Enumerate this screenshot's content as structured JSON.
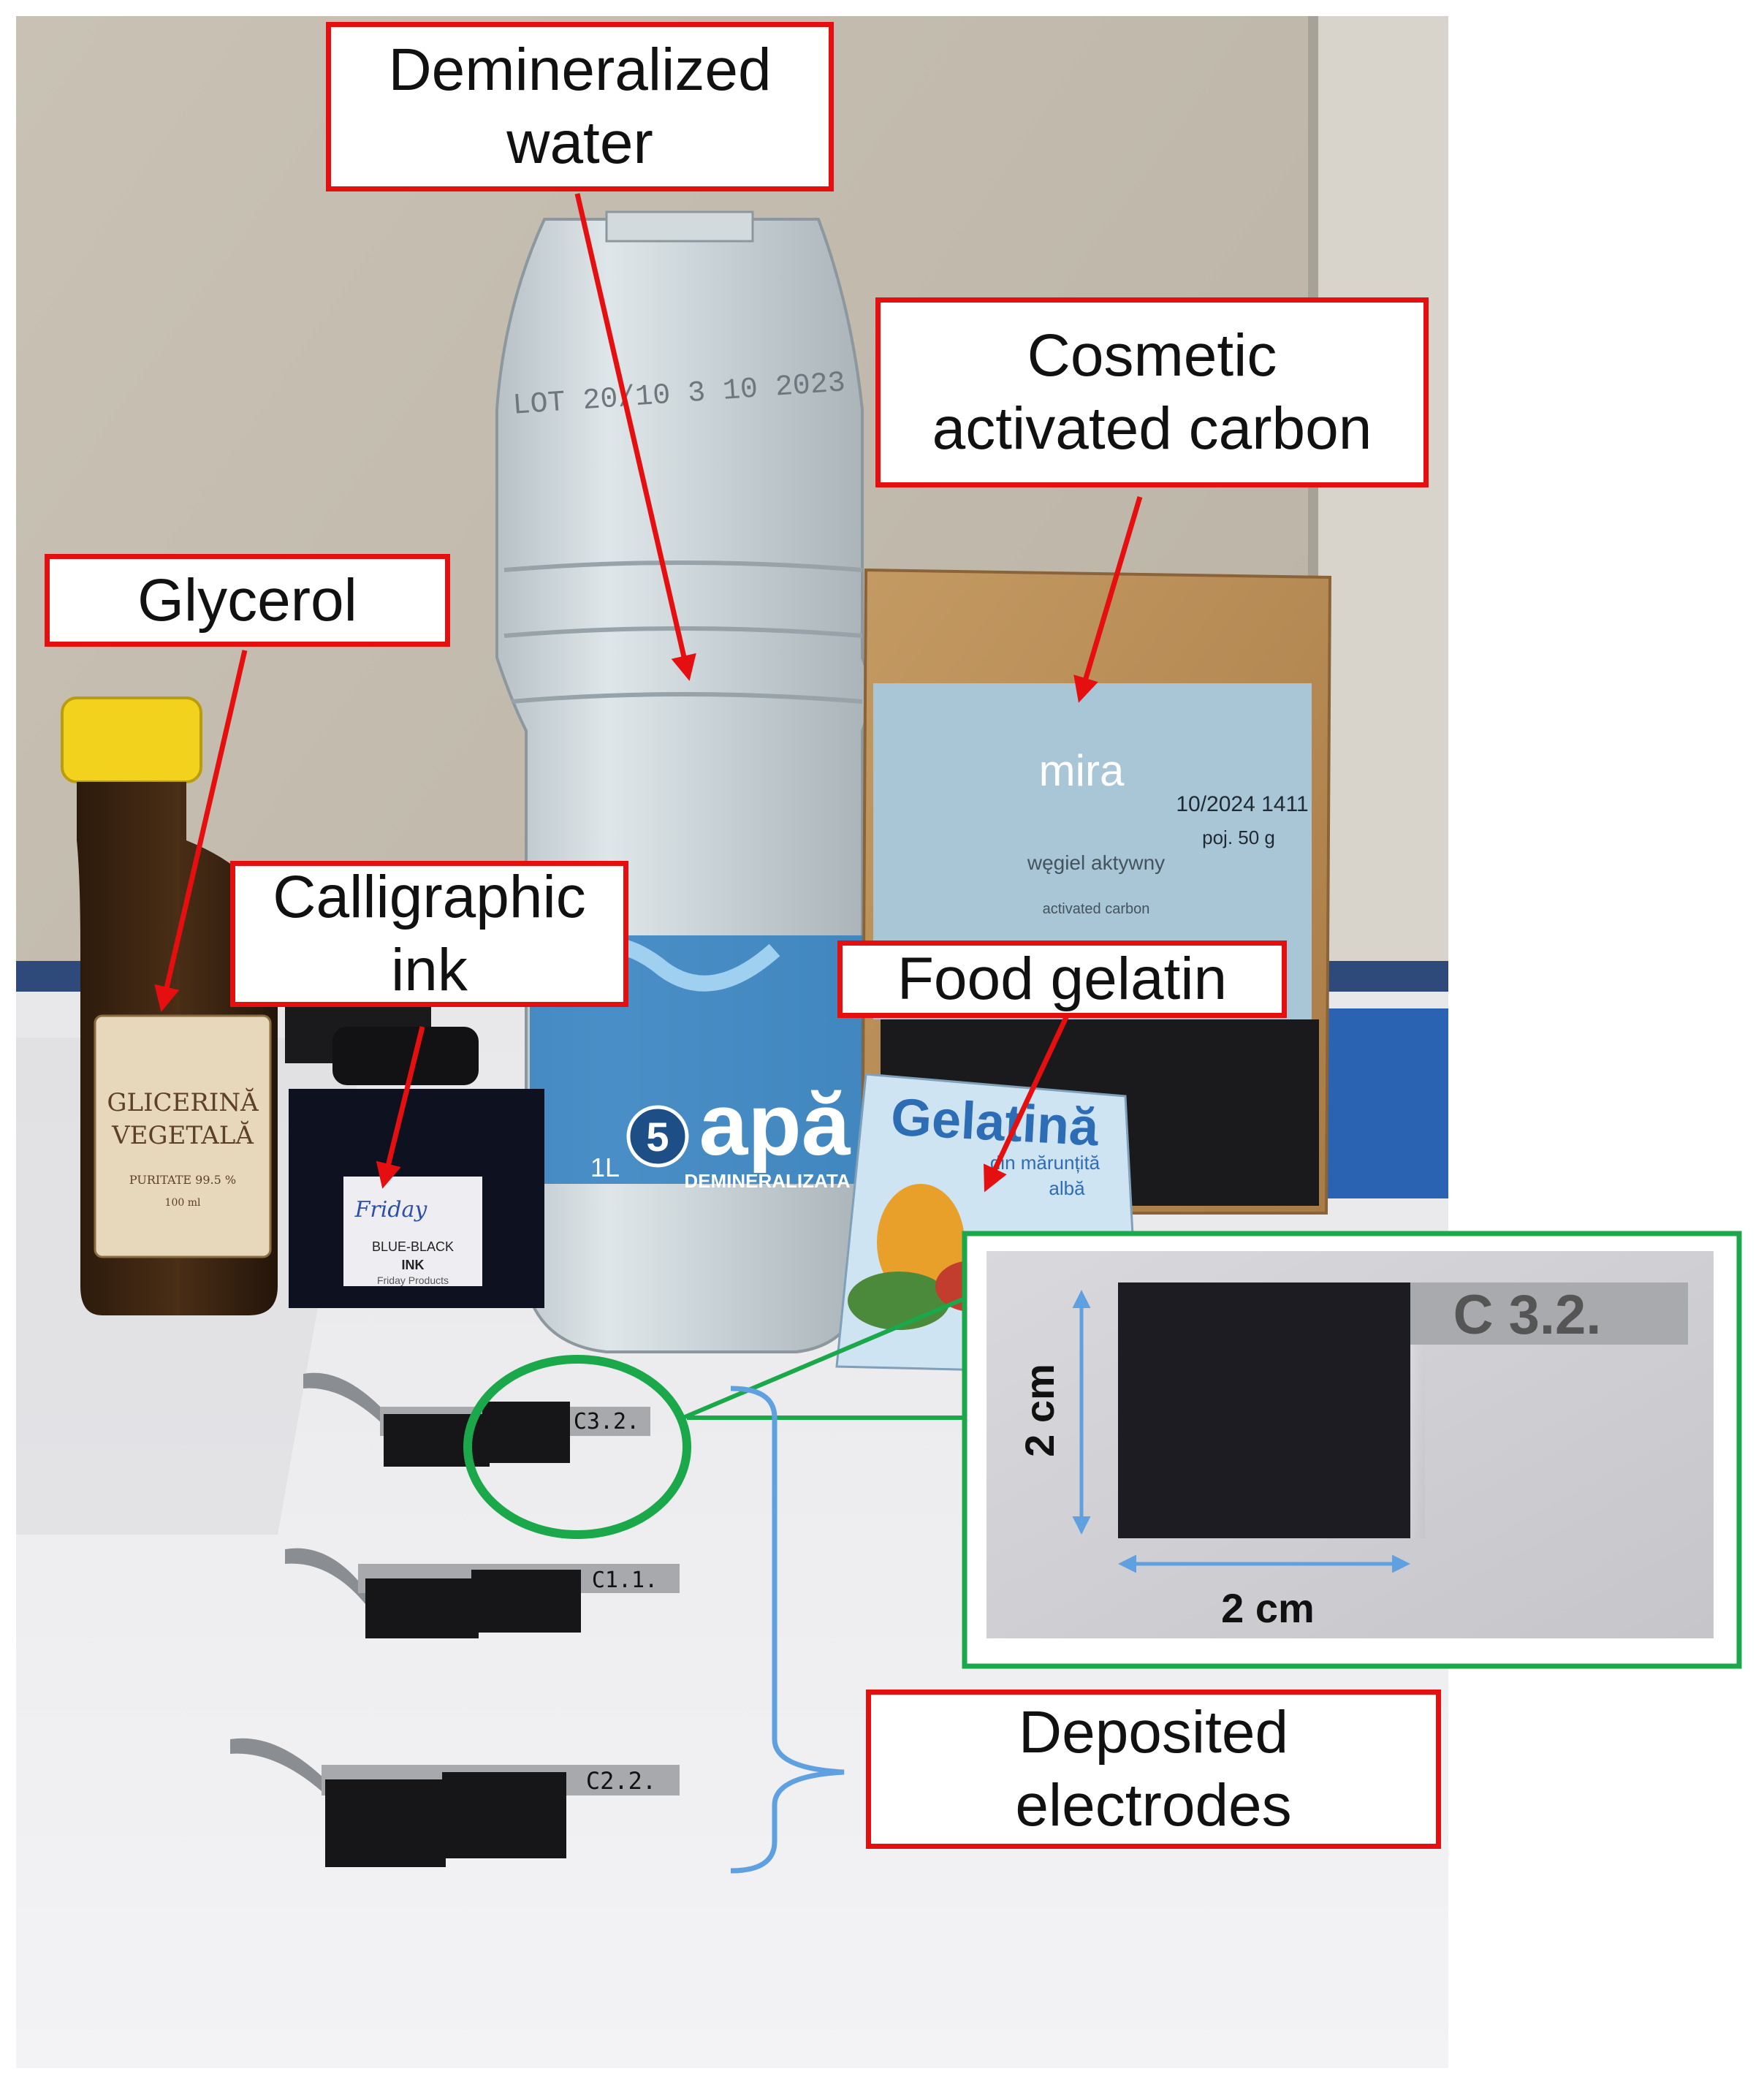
{
  "labels": {
    "water": [
      "Demineralized",
      "water"
    ],
    "carbon": [
      "Cosmetic",
      "activated carbon"
    ],
    "glycerol": [
      "Glycerol"
    ],
    "ink": [
      "Calligraphic",
      "ink"
    ],
    "gelatin": [
      "Food gelatin"
    ],
    "electrodes": [
      "Deposited",
      "electrodes"
    ]
  },
  "bottle_text": {
    "lot": "LOT 20/10 3 10 2023",
    "brand": "apă",
    "sub": "DEMINERALIZATA",
    "volume": "1L",
    "badge": "5"
  },
  "carbon_pack": {
    "brand": "mira",
    "date": "10/2024 1411",
    "weight": "poj. 50 g",
    "name_pl": "węgiel aktywny",
    "name_en": "activated carbon"
  },
  "glycerol_bottle": {
    "line1": "GLICERINĂ",
    "line2": "VEGETALĂ",
    "line3": "PURITATE 99.5 %",
    "line4": "100 ml"
  },
  "ink_bottle": {
    "brand": "Friday",
    "line1": "BLUE-BLACK",
    "line2": "INK",
    "line3": "Friday Products"
  },
  "gelatin_box": {
    "title": "Gelatină",
    "line1": "din mărunțită",
    "line2": "albă"
  },
  "electrode_tags": [
    "C3.2.",
    "C1.1.",
    "C2.2."
  ],
  "inset": {
    "tag": "C 3.2.",
    "height_label": "2 cm",
    "width_label": "2 cm"
  },
  "colors": {
    "label_border": "#e60f0f",
    "arrow": "#e60f0f",
    "zoom": "#1aa84a",
    "measure": "#5ea0e0",
    "bracket": "#5ea0e0"
  }
}
